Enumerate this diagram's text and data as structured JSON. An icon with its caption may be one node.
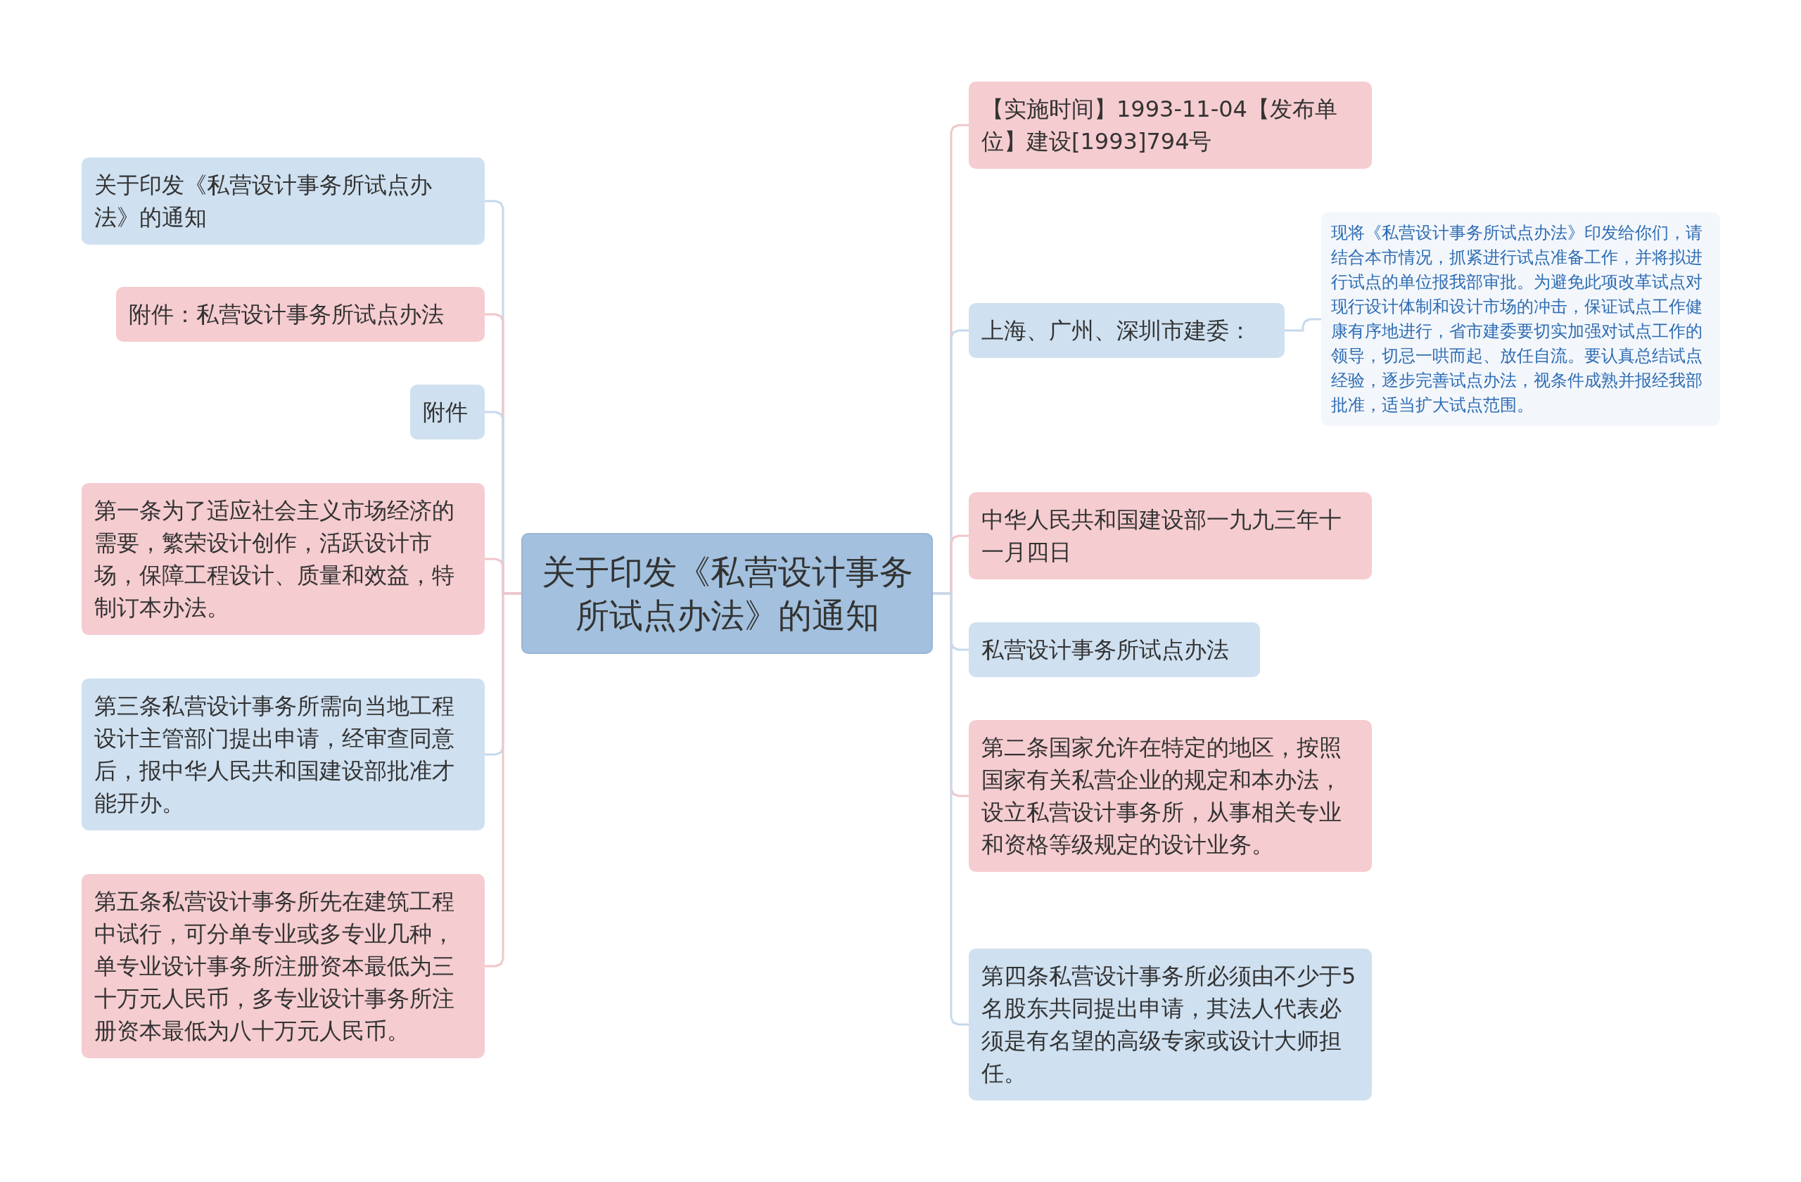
{
  "diagram": {
    "nodes": [
      {
        "text": [
          "关于印发《私营设计事务所试点办法》的通知"
        ]
      },
      {
        "text": [
          "关于印发《私营设计事务所试点办法》的通知"
        ]
      },
      {
        "text": [
          "附件：私营设计事务所试点办法"
        ]
      },
      {
        "text": [
          "附件"
        ]
      },
      {
        "text": [
          "第一条为了适应社会主义市场经济的需要，繁荣设计创作，活跃设计市场，保障工程设计、质量和效益，特制订本办法。"
        ]
      },
      {
        "text": [
          "第三条私营设计事务所需向当地工程设计主管部门提出申请，经审查同意后，报中华人民共和国建设部批准才能开办。"
        ]
      },
      {
        "text": [
          "第五条私营设计事务所先在建筑工程中试行，可分单专业或多专业几种，单专业设计事务所注册资本最低为三十万元人民币，多专业设计事务所注册资本最低为八十万元人民币。"
        ]
      },
      {
        "text": [
          "【实施时间】1993-11-04【发布单位】建设[1993]794号"
        ]
      },
      {
        "text": [
          "上海、广州、深圳市建委："
        ]
      },
      {
        "text": [
          "现将《私营设计事务所试点办法》印发给你们，请结合本市情况，抓紧进行试点准备工作，并将拟进行试点的单位报我部审批。为避免此项改革试点对现行设计体制和设计市场的冲击，保证试点工作健康有序地进行，省市建委要切实加强对试点工作的领导，切忌一哄而起、放任自流。要认真总结试点经验，逐步完善试点办法，视条件成熟并报经我部批准，适当扩大试点范围。"
        ]
      },
      {
        "text": [
          "中华人民共和国建设部一九九三年十一月四日"
        ]
      },
      {
        "text": [
          "私营设计事务所试点办法"
        ]
      },
      {
        "text": [
          "第二条国家允许在特定的地区，按照国家有关私营企业的规定和本办法，设立私营设计事务所，从事相关专业和资格等级规定的设计业务。"
        ]
      },
      {
        "text": [
          "第四条私营设计事务所必须由不少于5名股东共同提出申请，其法人代表必须是有名望的高级专家或设计大师担任。"
        ]
      }
    ],
    "edges": [
      {
        "from": 0,
        "to": 1,
        "arrow": "none"
      },
      {
        "from": 0,
        "to": 2,
        "arrow": "none",
        "color": "#f2c6c9"
      },
      {
        "from": 0,
        "to": 3,
        "arrow": "none"
      },
      {
        "from": 0,
        "to": 4,
        "arrow": "none",
        "color": "#f2c6c9"
      },
      {
        "from": 0,
        "to": 5,
        "arrow": "none"
      },
      {
        "from": 0,
        "to": 6,
        "arrow": "none",
        "color": "#f2c6c9"
      },
      {
        "from": 0,
        "to": 7,
        "arrow": "none",
        "color": "#f2c6c9"
      },
      {
        "from": 0,
        "to": 8,
        "arrow": "none"
      },
      {
        "from": 8,
        "to": 9,
        "arrow": "none"
      },
      {
        "from": 0,
        "to": 10,
        "arrow": "none",
        "color": "#f2c6c9"
      },
      {
        "from": 0,
        "to": 11,
        "arrow": "none"
      },
      {
        "from": 0,
        "to": 12,
        "arrow": "none",
        "color": "#f2c6c9"
      },
      {
        "from": 0,
        "to": 13,
        "arrow": "none"
      }
    ]
  }
}
